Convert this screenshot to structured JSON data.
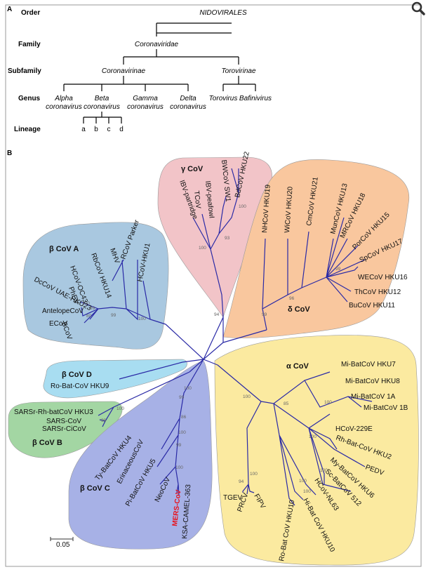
{
  "panel_a": {
    "label": "A",
    "ranks": [
      "Order",
      "Family",
      "Subfamily",
      "Genus",
      "Lineage"
    ],
    "order": "NIDOVIRALES",
    "family": "Coronaviridae",
    "subfamilies": [
      "Coronavirinae",
      "Torovirinae"
    ],
    "genera": [
      [
        "Alpha",
        "coronavirus"
      ],
      [
        "Beta",
        "coronavirus"
      ],
      [
        "Gamma",
        "coronavirus"
      ],
      [
        "Delta",
        "coronavirus"
      ],
      [
        "Torovirus"
      ],
      [
        "Bafinivirus"
      ]
    ],
    "lineages": [
      "a",
      "b",
      "c",
      "d"
    ]
  },
  "panel_b": {
    "label": "B",
    "groups": {
      "gamma": "γ CoV",
      "delta": "δ CoV",
      "beta_a": "β CoV A",
      "beta_d": "β CoV D",
      "beta_b": "β CoV B",
      "beta_c": "β CoV C",
      "alpha": "α CoV"
    },
    "group_colors": {
      "gamma": "#f2c4c8",
      "delta": "#f9c79e",
      "beta_a": "#a9c8e0",
      "beta_d": "#a8ddf1",
      "beta_b": "#a3d6a3",
      "beta_c": "#a7b1e6",
      "alpha": "#fbeaa0"
    },
    "edge_color": "#2a2aa6",
    "highlight_color": "#e8121c",
    "leaves": {
      "gamma": [
        "IBV-partridge",
        "TCoV",
        "IBV-peafowl",
        "BWCoV SW1",
        "BdCoV HKU22"
      ],
      "delta": [
        "NHCoV HKU19",
        "WiCoV HKU20",
        "CmCoV HKU21",
        "MunCoV HKU13",
        "MRCoV HKU18",
        "PorCoV HKU15",
        "SpCoV HKU17",
        "WECoV HKU16",
        "ThCoV HKU12",
        "BuCoV HKU11"
      ],
      "beta_a": [
        "DcCoV UAE-HKU23",
        "RbCoV HKU14",
        "MHV",
        "RCoV Parker",
        "HCoV-HKU1",
        "HCoV-OC43",
        "PhEV",
        "AntelopeCoV",
        "ECoV",
        "BCoV"
      ],
      "beta_d": [
        "Ro-Bat-CoV HKU9"
      ],
      "beta_b": [
        "SARSr-Rh-batCoV HKU3",
        "SARS-CoV",
        "SARSr-CiCoV"
      ],
      "beta_c": [
        "Ty-BatCoV HKU4",
        "ErinaceousCoV",
        "Pi-BatCoV HKU5",
        "NeoCoV",
        "MERS-CoV",
        "KSA-CAMEL-363"
      ],
      "alpha": [
        "Mi-BatCoV HKU7",
        "Mi-BatCoV HKU8",
        "Mi-BatCoV 1A",
        "Mi-BatCoV 1B",
        "HCoV-229E",
        "Rh-Bat-CoV HKU2",
        "PEDV",
        "My-BatCoV HKU6",
        "Sc-BatCoV 512",
        "HCoV-NL63",
        "Hi-Bat CoV HKU10",
        "Ro-Bat CoV HKU10",
        "FIPV",
        "PRCV",
        "TGEV"
      ]
    },
    "bootstrap": [
      "100",
      "93",
      "100",
      "94",
      "99",
      "96",
      "99",
      "99",
      "100",
      "80",
      "100",
      "99",
      "100",
      "99",
      "100",
      "99",
      "86",
      "100",
      "99",
      "100",
      "100",
      "85",
      "100",
      "100",
      "94",
      "100",
      "100",
      "100",
      "100"
    ],
    "scale_bar": "0.05"
  }
}
